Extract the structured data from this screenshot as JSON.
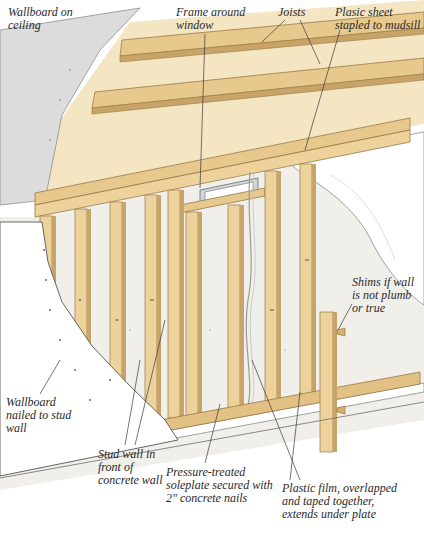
{
  "diagram": {
    "labels": [
      "Wallboard on ceiling",
      "Frame around window",
      "Joists",
      "Plasic sheet stapled to mudsill",
      "Shims if wall is not plumb or true",
      "Wallboard nailed to stud wall",
      "Stud wall in front of concrete wall",
      "Pressure-treated soleplate secured with 2\" concrete nails",
      "Plastic film, overlapped and taped together, extends under plate"
    ]
  }
}
